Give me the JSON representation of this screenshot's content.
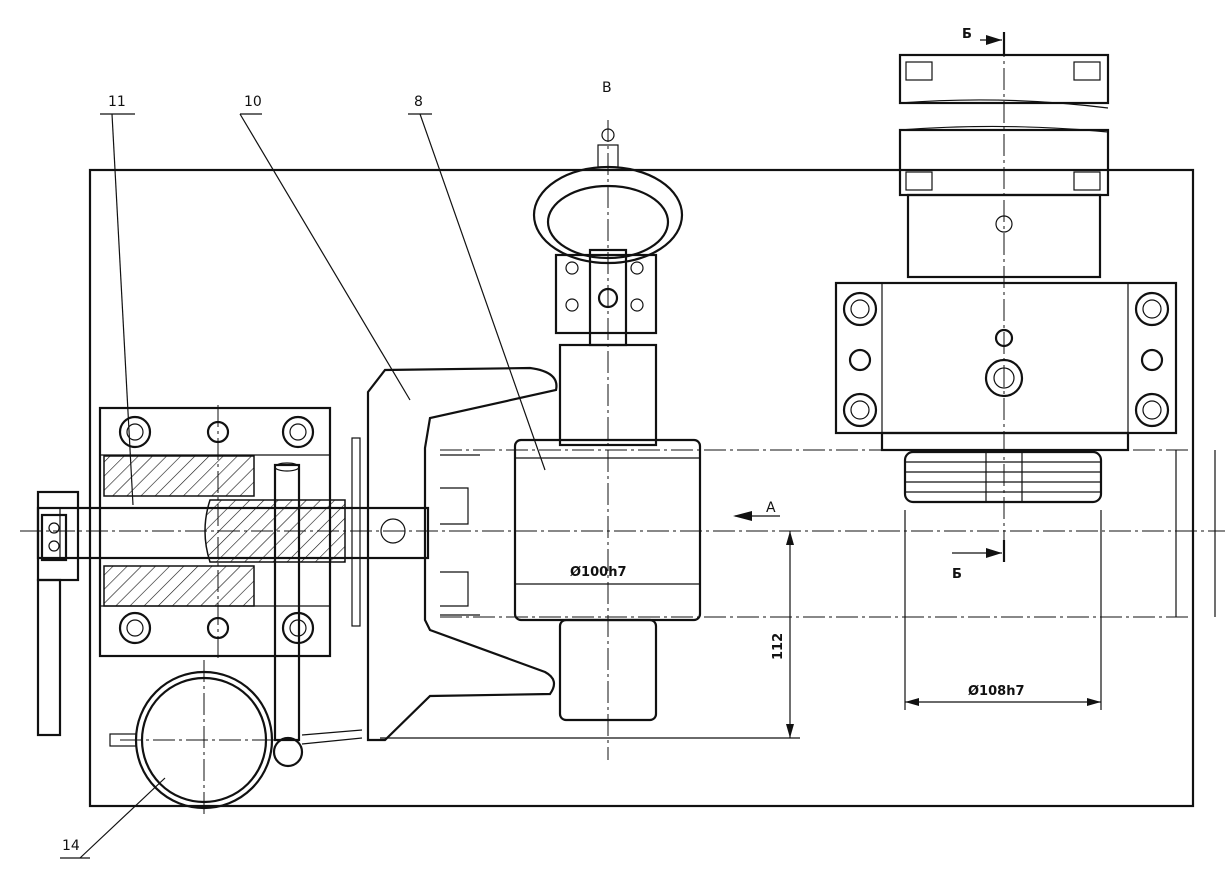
{
  "labels": {
    "callout_11": "11",
    "callout_10": "10",
    "callout_8": "8",
    "callout_14": "14",
    "view_b": "B",
    "section_top": "Б",
    "section_bottom": "Б",
    "view_arrow_a": "A",
    "dim_shaft": "Ø100h7",
    "dim_housing": "Ø108h7",
    "dim_height": "112"
  }
}
